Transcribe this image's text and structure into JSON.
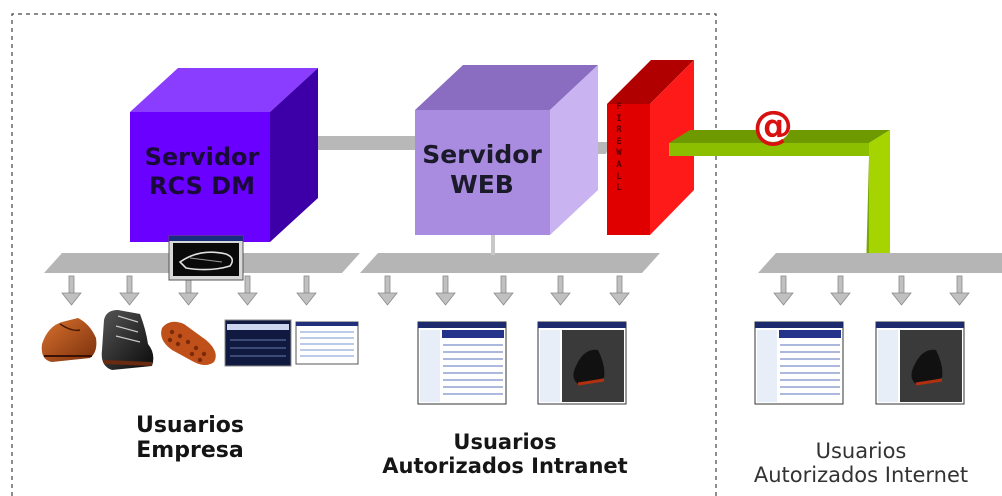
{
  "servers": {
    "rcs": {
      "line1": "Servidor",
      "line2": "RCS DM"
    },
    "web": {
      "line1": "Servidor",
      "line2": "WEB"
    }
  },
  "firewall": {
    "letters": [
      "F",
      "I",
      "R",
      "E",
      "W",
      "A",
      "L",
      "L"
    ]
  },
  "internet_symbol": "@",
  "groups": {
    "empresa": {
      "line1": "Usuarios",
      "line2": "Empresa"
    },
    "intranet": {
      "line1": "Usuarios",
      "line2": "Autorizados Intranet"
    },
    "internet": {
      "line1": "Usuarios",
      "line2": "Autorizados Internet"
    }
  },
  "colors": {
    "rcs_server": "#6a00ff",
    "web_server": "#a98be0",
    "firewall": "#e00000",
    "internet_link": "#8cbf00",
    "lan_bus": "#b5b5b5",
    "boundary": "#444444"
  }
}
